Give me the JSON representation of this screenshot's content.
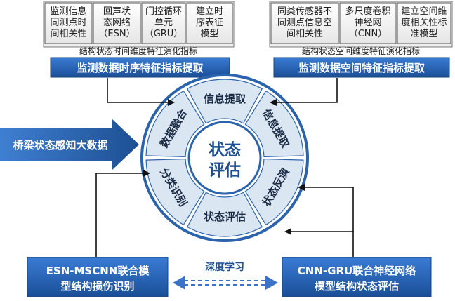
{
  "top_left": {
    "cards": [
      {
        "lines": [
          "监测信息",
          "同测点时",
          "间相关性"
        ]
      },
      {
        "lines": [
          "回声状",
          "态网络",
          "（ESN）"
        ]
      },
      {
        "lines": [
          "门控循环",
          "单元",
          "（GRU）"
        ]
      },
      {
        "lines": [
          "建立时",
          "序表征",
          "模型"
        ]
      }
    ],
    "sub_label": "结构状态时间维度特征演化指标",
    "title": "监测数据时序特征指标提取"
  },
  "top_right": {
    "cards": [
      {
        "lines": [
          "同类传感器不",
          "同测点信息空",
          "间相关性"
        ]
      },
      {
        "lines": [
          "多尺度卷积",
          "神经网",
          "（CNN）"
        ]
      },
      {
        "lines": [
          "建立空间维",
          "度相关性标",
          "准模型"
        ]
      }
    ],
    "sub_label": "结构状态空间维度特征演化指标",
    "title": "监测数据空间特征指标提取"
  },
  "left_arrow_label": "桥梁状态感知大数据",
  "ring": {
    "center": [
      "状态",
      "评估"
    ],
    "segments": [
      {
        "label": "信息提取"
      },
      {
        "label": "信息提取"
      },
      {
        "label": "状态反演"
      },
      {
        "label": "状态评估"
      },
      {
        "label": "分类识别"
      },
      {
        "label": "数据融合"
      }
    ]
  },
  "bottom_left": {
    "lines": [
      "ESN-MSCNN联合模",
      "型结构损伤识别"
    ]
  },
  "bottom_right": {
    "lines": [
      "CNN-GRU联合神经网络",
      "模型结构状态评估"
    ]
  },
  "deep_learning_label": "深度学习",
  "colors": {
    "primary_blue": "#1d5fa6",
    "dark_blue": "#1b4f8a",
    "ring_fill": "#dbe6f3",
    "ring_border": "#2c64ac",
    "dashed_arrow": "#3b73c8"
  }
}
